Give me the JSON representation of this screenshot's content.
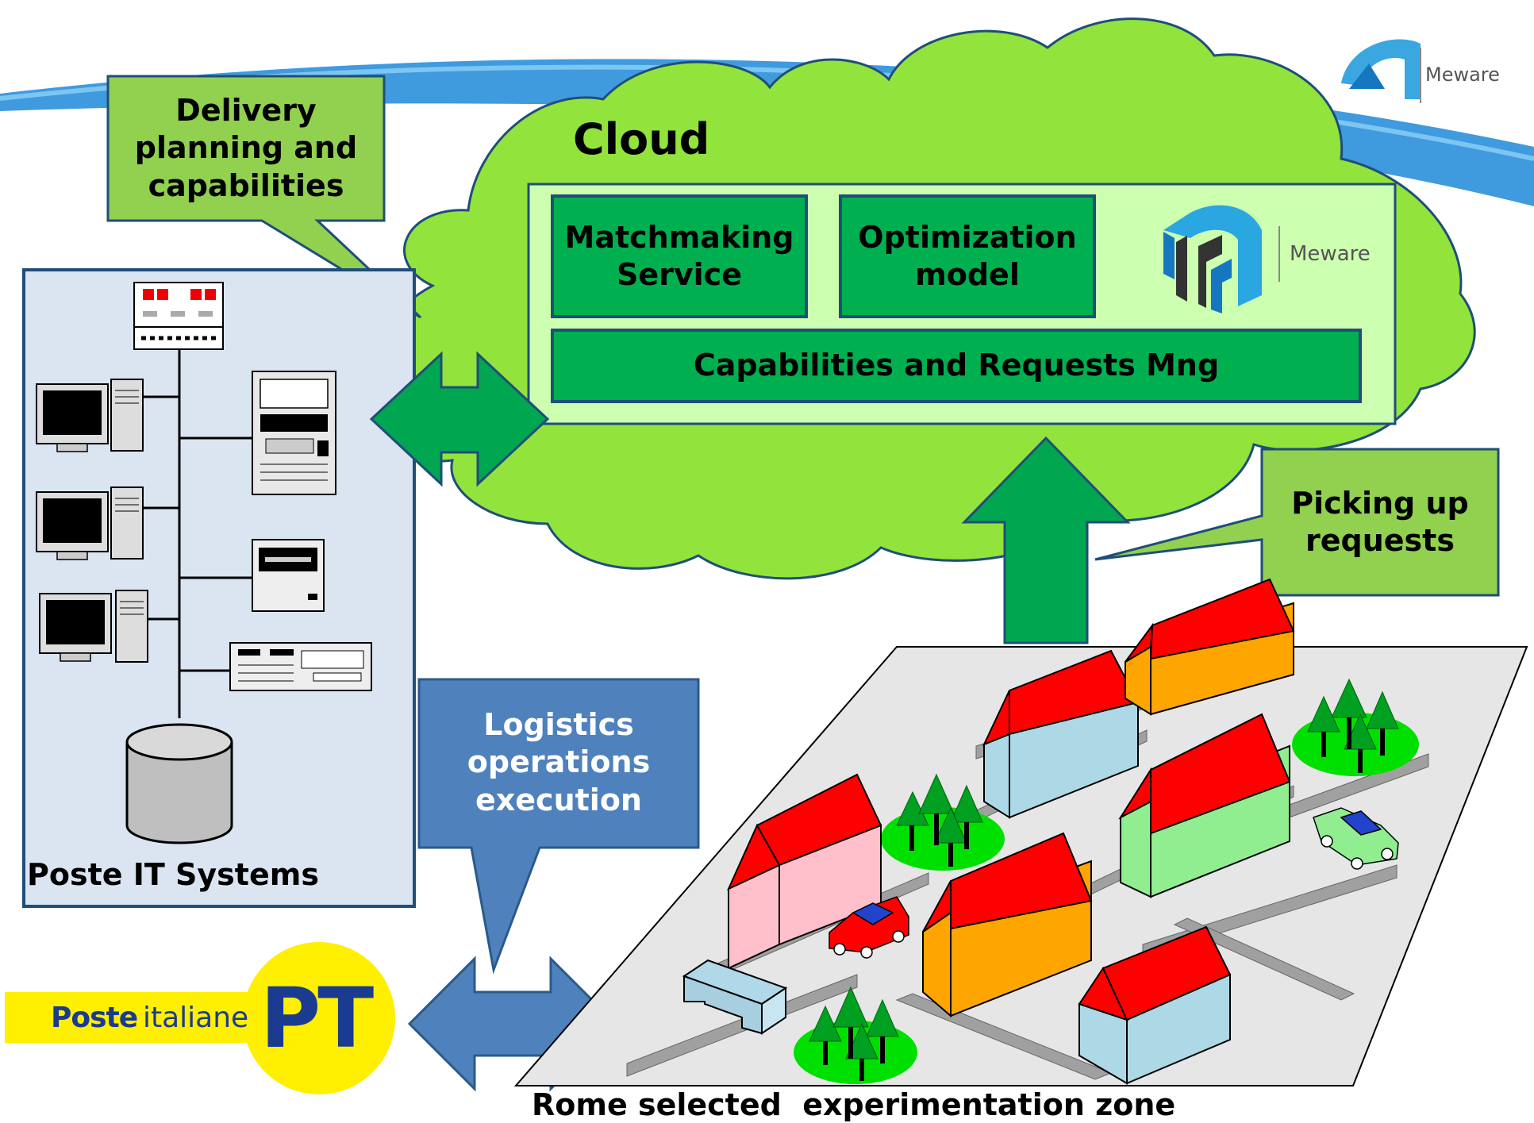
{
  "callouts": {
    "delivery": "Delivery planning and capabilities",
    "picking": "Picking up requests",
    "logistics": "Logistics operations execution"
  },
  "cloud": {
    "title": "Cloud",
    "matchmaking": "Matchmaking Service",
    "optimization": "Optimization model",
    "capabilities": "Capabilities and Requests Mng"
  },
  "meware": {
    "name": "Meware"
  },
  "it_systems": {
    "label": "Poste IT Systems"
  },
  "poste": {
    "brand_bold": "Poste",
    "brand_light": "italiane",
    "mark": "PT"
  },
  "zone": {
    "caption": "Rome selected  experimentation zone"
  },
  "colors": {
    "cloud_fill": "#92e33c",
    "service_box": "#00b050",
    "callout_green": "#92d050",
    "callout_blue": "#4f81bd",
    "arrow_green": "#00a650",
    "poste_yellow": "#ffef00",
    "poste_blue": "#1a3b8f",
    "roof_red": "#ff0000"
  }
}
